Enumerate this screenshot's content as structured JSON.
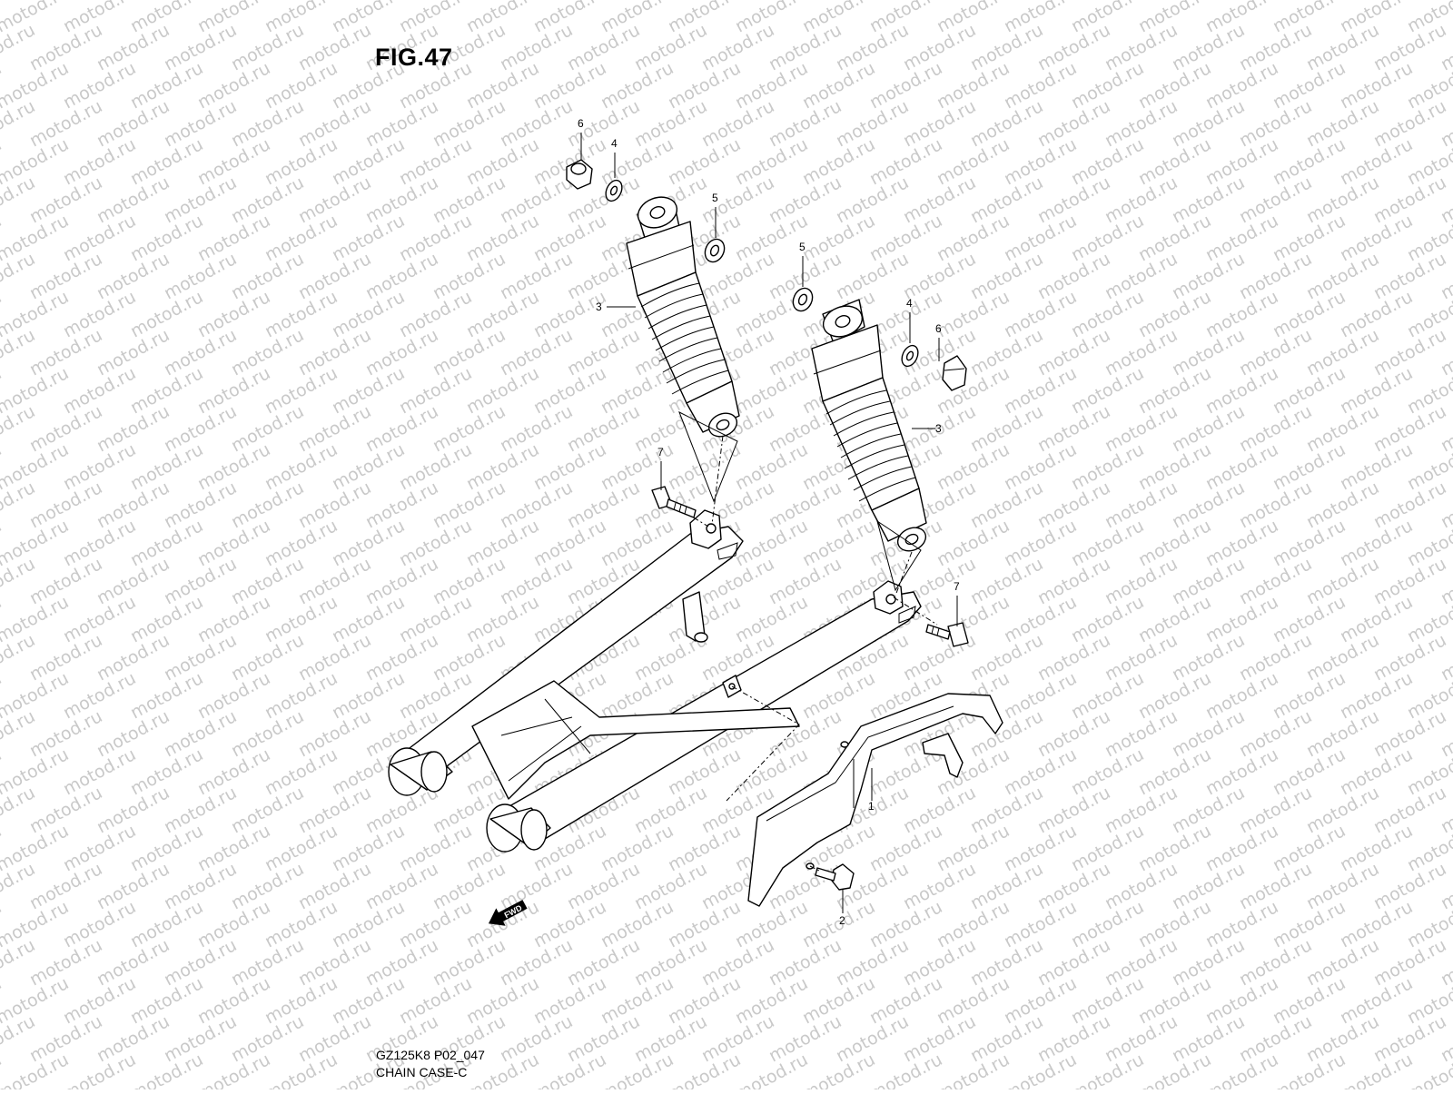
{
  "figure": {
    "title": "FIG.47",
    "model_code": "GZ125K8 P02_047",
    "section_name": "CHAIN CASE-C"
  },
  "watermark": {
    "text": "motod.ru",
    "color": "#c9c9c9"
  },
  "fwd_arrow": {
    "label": "FWD",
    "icon": "fwd-arrow-icon"
  },
  "callouts": [
    {
      "number": "6",
      "part": "cap-nut-left"
    },
    {
      "number": "4",
      "part": "washer-left"
    },
    {
      "number": "5",
      "part": "spacer-left"
    },
    {
      "number": "3",
      "part": "shock-absorber-left"
    },
    {
      "number": "7",
      "part": "bolt-left"
    },
    {
      "number": "5",
      "part": "spacer-right"
    },
    {
      "number": "4",
      "part": "washer-right"
    },
    {
      "number": "6",
      "part": "cap-nut-right"
    },
    {
      "number": "3",
      "part": "shock-absorber-right"
    },
    {
      "number": "7",
      "part": "bolt-right"
    },
    {
      "number": "1",
      "part": "chain-case"
    },
    {
      "number": "2",
      "part": "chain-case-bolt"
    }
  ]
}
